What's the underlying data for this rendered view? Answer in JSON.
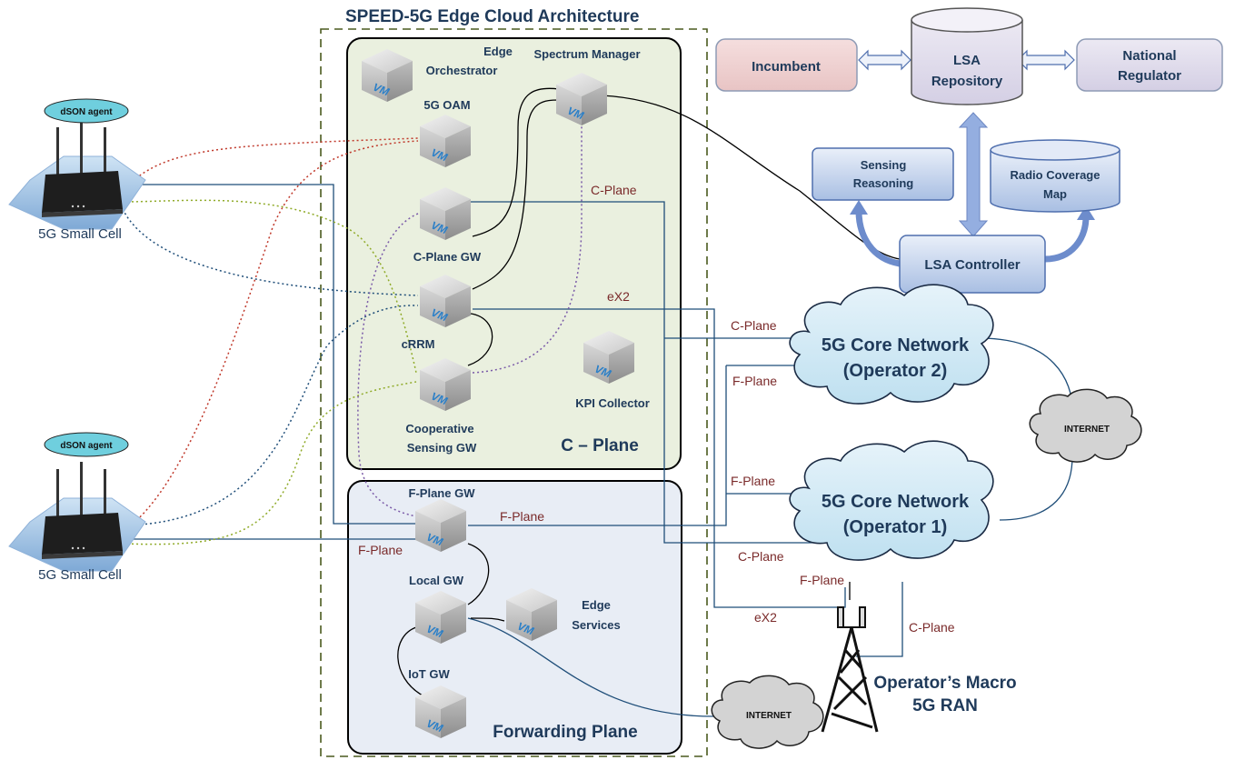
{
  "title": "SPEED-5G Edge Cloud Architecture",
  "vm_text": "VM",
  "left": {
    "dson1": "dSON agent",
    "dson2": "dSON agent",
    "cell1": "5G Small Cell",
    "cell2": "5G Small Cell"
  },
  "cplane": {
    "edge_orch_1": "Edge",
    "edge_orch_2": "Orchestrator",
    "spectrum_manager": "Spectrum Manager",
    "oam": "5G OAM",
    "cplane_gw": "C-Plane GW",
    "crrm": "cRRM",
    "coop_1": "Cooperative",
    "coop_2": "Sensing GW",
    "kpi": "KPI Collector",
    "title": "C – Plane",
    "cplane_link": "C-Plane"
  },
  "fplane": {
    "fplane_gw": "F-Plane GW",
    "local_gw": "Local GW",
    "iot_gw": "IoT GW",
    "edge_services_1": "Edge",
    "edge_services_2": "Services",
    "title": "Forwarding Plane"
  },
  "lsa": {
    "incumbent": "Incumbent",
    "repo_1": "LSA",
    "repo_2": "Repository",
    "regulator_1": "National",
    "regulator_2": "Regulator",
    "sensing_1": "Sensing",
    "sensing_2": "Reasoning",
    "radio_1": "Radio Coverage",
    "radio_2": "Map",
    "controller": "LSA Controller"
  },
  "core": {
    "op2_1": "5G Core Network",
    "op2_2": "(Operator 2)",
    "op1_1": "5G Core Network",
    "op1_2": "(Operator 1)",
    "internet_1": "INTERNET",
    "internet_2": "INTERNET",
    "macro_1": "Operator’s Macro",
    "macro_2": "5G RAN"
  },
  "links": {
    "ex2_top": "eX2",
    "cplane_op2": "C-Plane",
    "fplane_op2": "F-Plane",
    "fplane_op1": "F-Plane",
    "fplane_mid": "F-Plane",
    "fplane_left": "F-Plane",
    "cplane_op1": "C-Plane",
    "fplane_ran": "F-Plane",
    "ex2_bottom": "eX2",
    "cplane_ran": "C-Plane"
  }
}
